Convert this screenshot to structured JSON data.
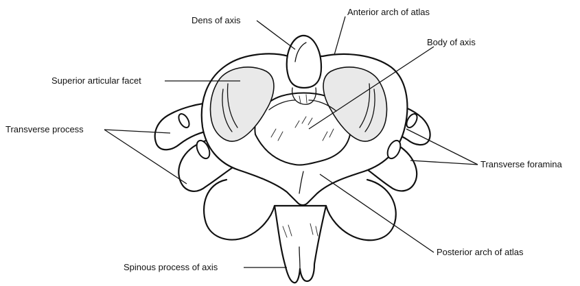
{
  "labels": {
    "dens_of_axis": "Dens of axis",
    "anterior_arch_of_atlas": "Anterior arch of atlas",
    "body_of_axis": "Body of axis",
    "superior_articular_facet": "Superior articular facet",
    "transverse_process": "Transverse process",
    "transverse_foramina": "Transverse foramina",
    "posterior_arch_of_atlas": "Posterior arch of atlas",
    "spinous_process_of_axis": "Spinous process of axis"
  },
  "colors": {
    "ink": "#111111",
    "background": "#ffffff"
  }
}
